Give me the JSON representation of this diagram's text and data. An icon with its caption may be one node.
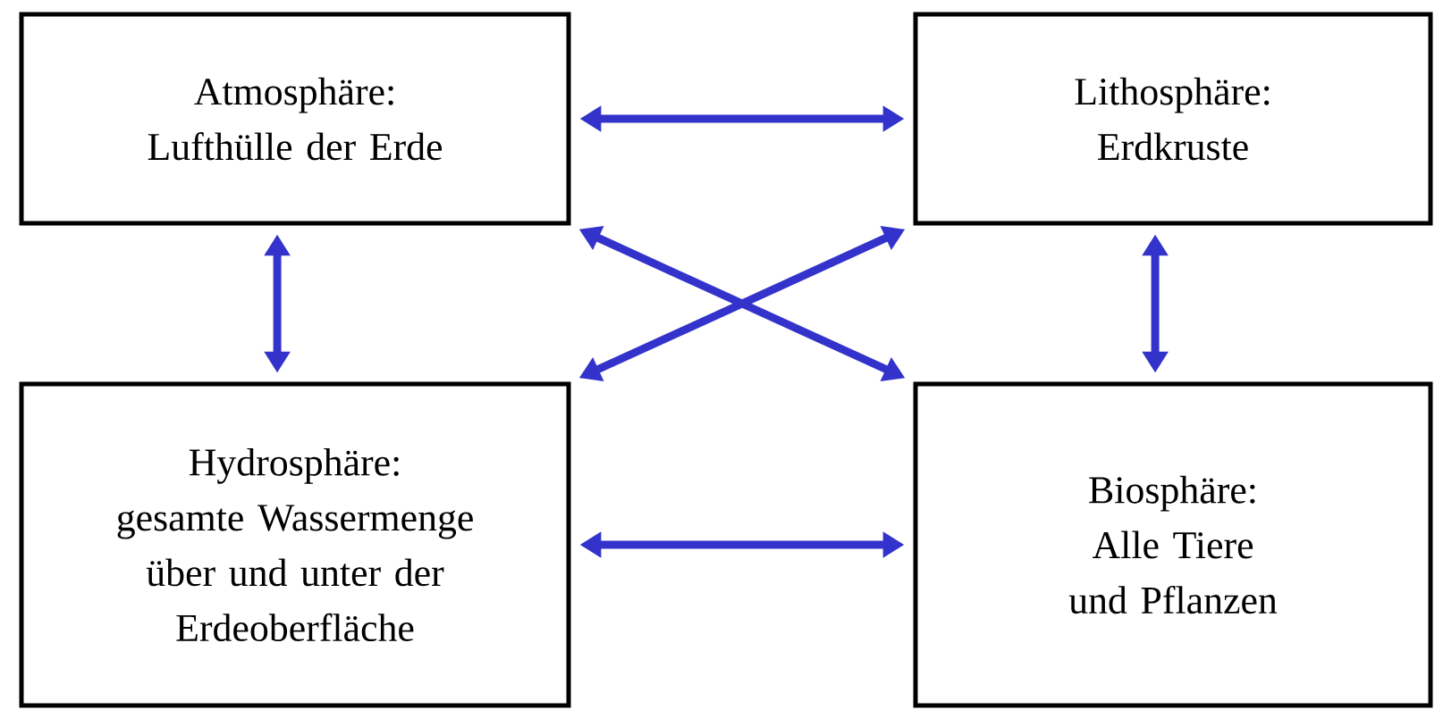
{
  "diagram": {
    "nodes": [
      {
        "text": [
          "Atmosphäre:",
          "Lufthülle der Erde"
        ]
      },
      {
        "text": [
          "Lithosphäre:",
          "Erdkruste"
        ]
      },
      {
        "text": [
          "Hydrosphäre:",
          "gesamte Wassermenge über und unter der Erdeoberfläche"
        ]
      },
      {
        "text": [
          "Biosphäre:",
          "Alle Tiere und Pflanzen"
        ]
      }
    ],
    "edges": [
      {
        "from": 0,
        "to": 1,
        "arrow": "both"
      },
      {
        "from": 0,
        "to": 2,
        "arrow": "both"
      },
      {
        "from": 1,
        "to": 3,
        "arrow": "both"
      },
      {
        "from": 0,
        "to": 3,
        "arrow": "both"
      },
      {
        "from": 2,
        "to": 1,
        "arrow": "both"
      },
      {
        "from": 2,
        "to": 3,
        "arrow": "both"
      }
    ]
  }
}
